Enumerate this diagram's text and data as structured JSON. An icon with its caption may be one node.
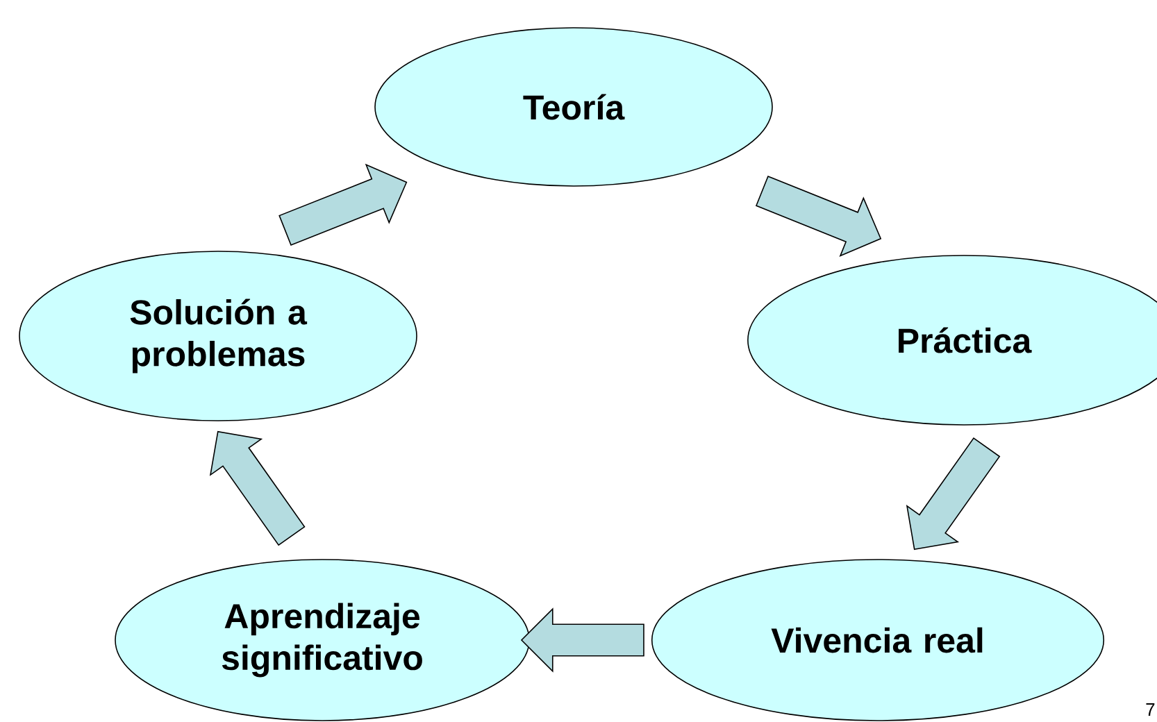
{
  "diagram": {
    "nodes": [
      {
        "text": [
          "Teoría"
        ]
      },
      {
        "text": [
          "Práctica"
        ]
      },
      {
        "text": [
          "Vivencia real"
        ]
      },
      {
        "text": [
          "Aprendizaje significativo"
        ]
      },
      {
        "text": [
          "Solución a problemas"
        ]
      }
    ],
    "edges": [
      {
        "from": 0,
        "to": 1,
        "arrow": "to"
      },
      {
        "from": 1,
        "to": 2,
        "arrow": "to"
      },
      {
        "from": 2,
        "to": 3,
        "arrow": "to"
      },
      {
        "from": 3,
        "to": 4,
        "arrow": "to"
      },
      {
        "from": 4,
        "to": 0,
        "arrow": "to"
      }
    ],
    "labels": [
      "7"
    ]
  }
}
